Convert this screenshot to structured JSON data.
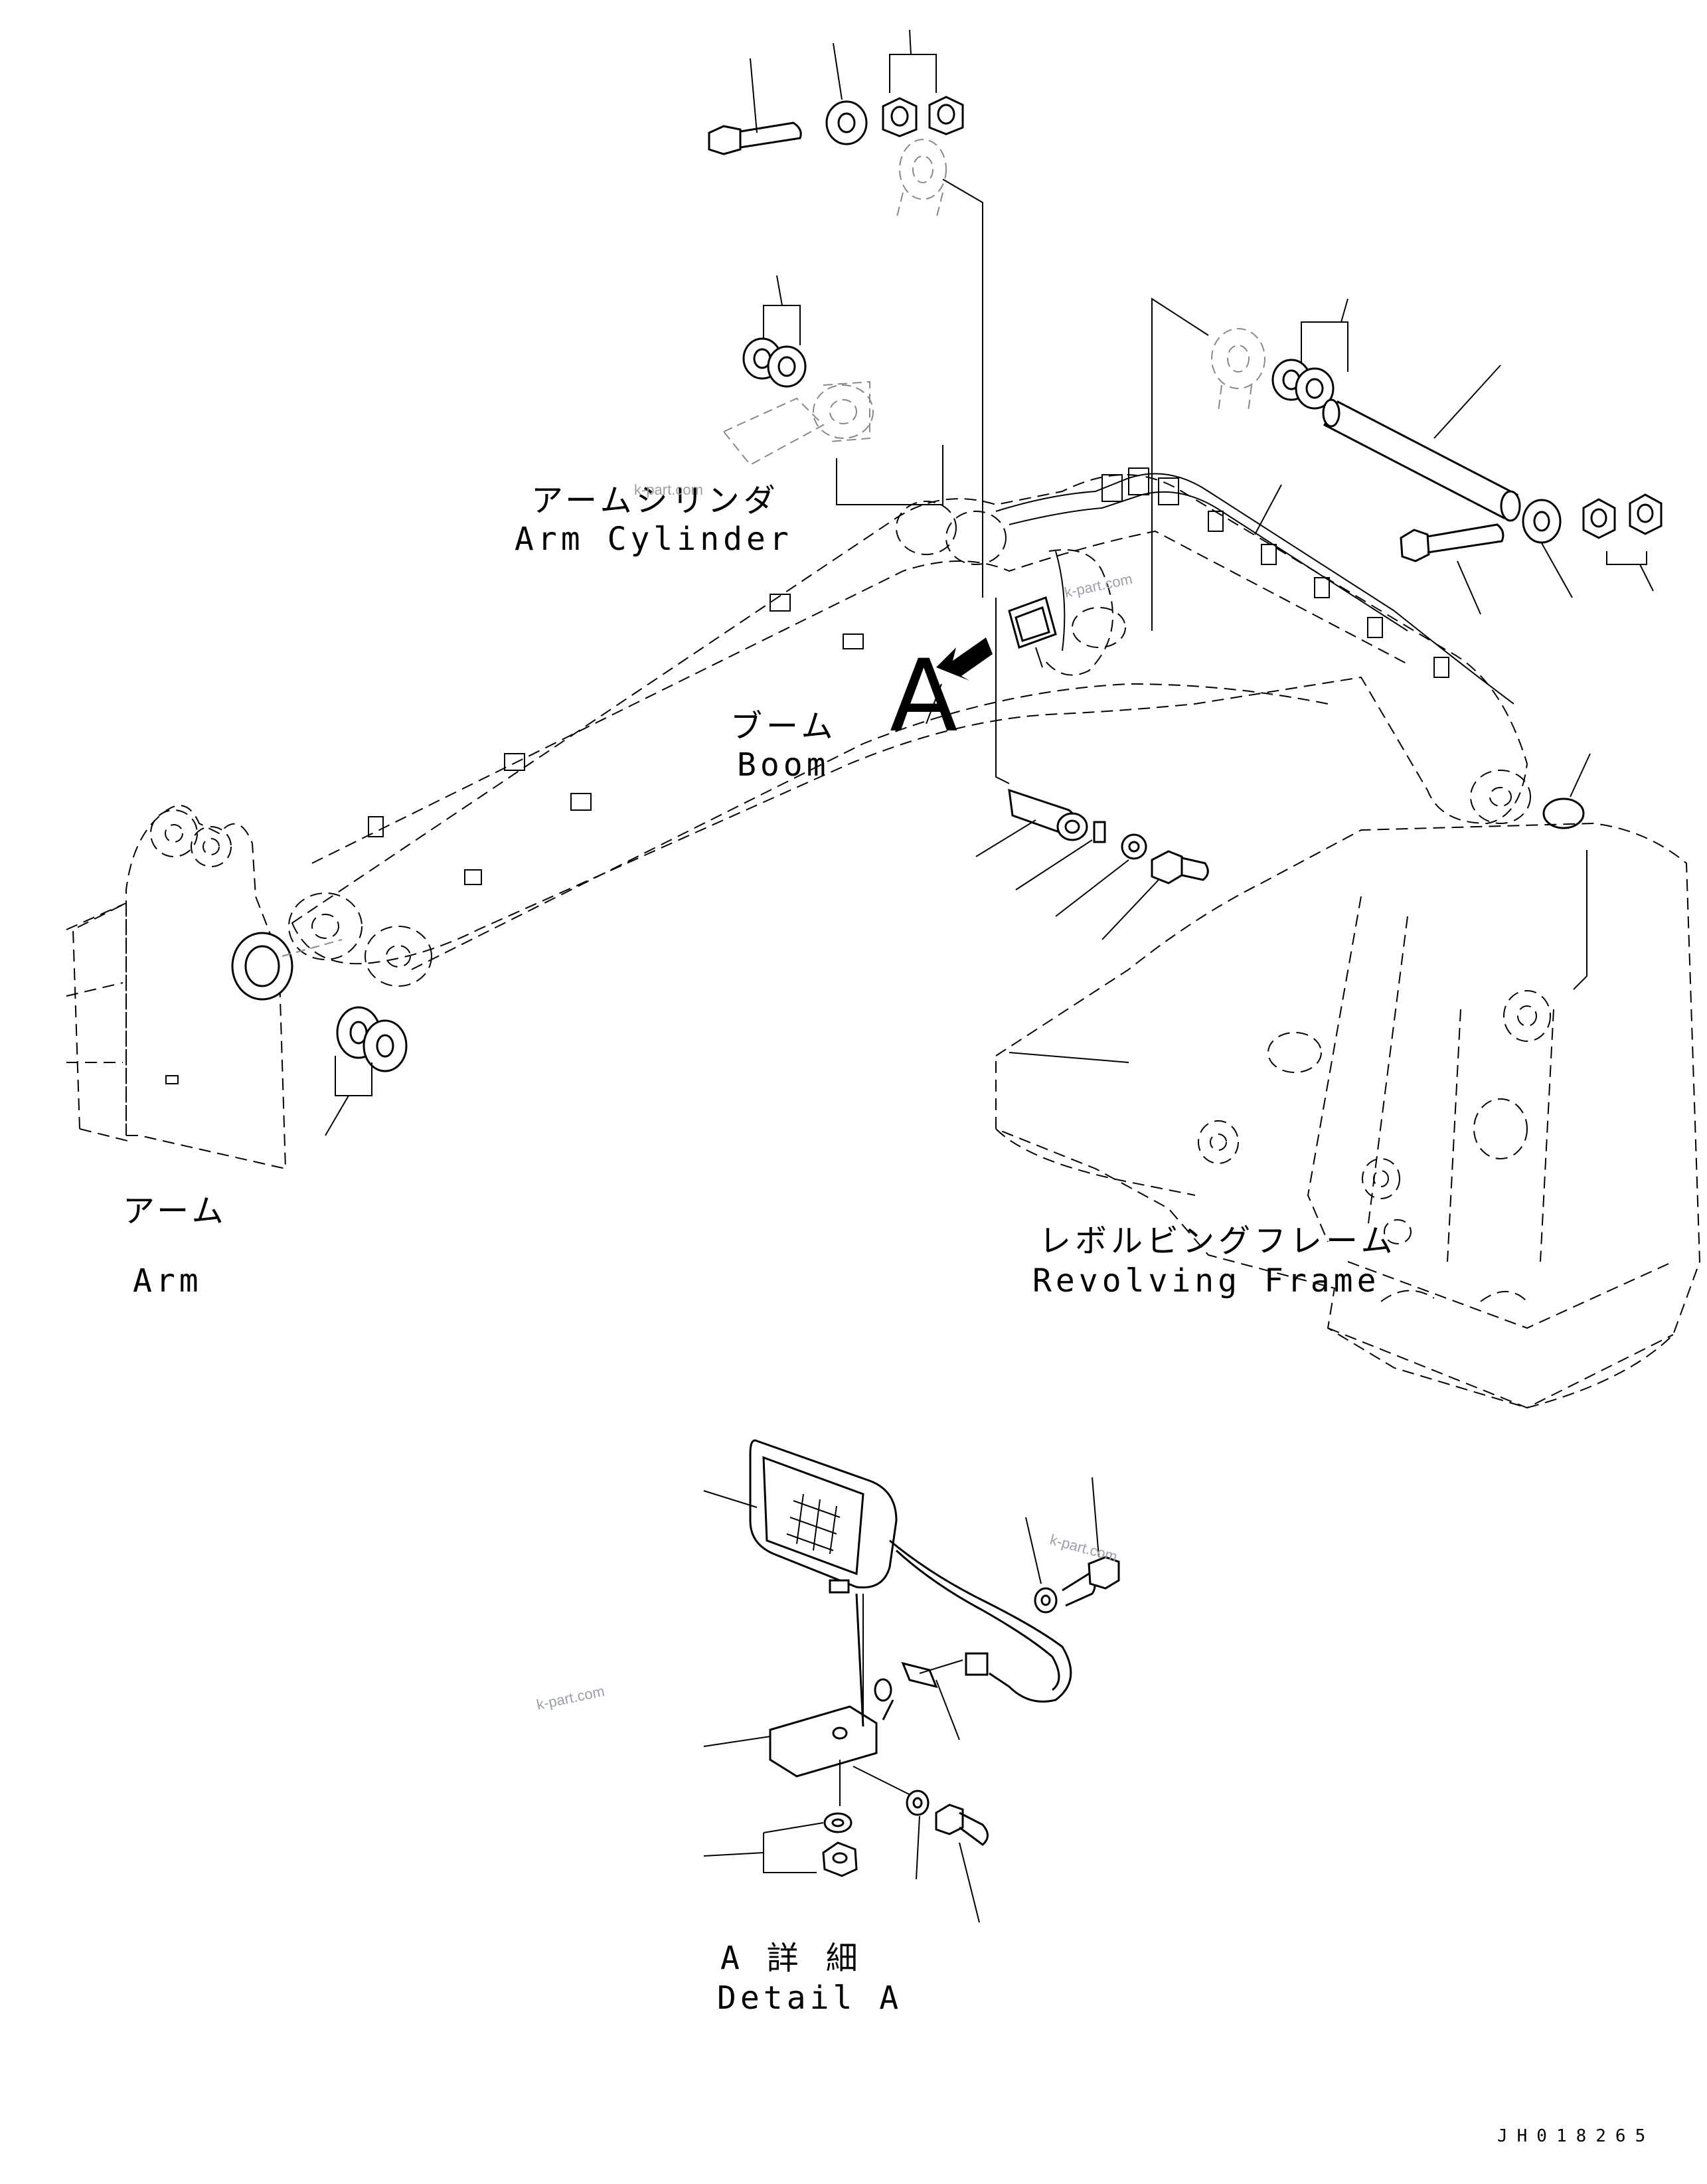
{
  "labels": {
    "arm_cylinder_jp": "アームシリンダ",
    "arm_cylinder_en": "Arm Cylinder",
    "boom_jp": "ブーム",
    "boom_en": "Boom",
    "arm_jp": "アーム",
    "arm_en": "Arm",
    "revolving_frame_jp": "レボルビングフレーム",
    "revolving_frame_en": "Revolving Frame",
    "view_marker": "A",
    "detail_jp": "A 詳 細",
    "detail_en": "Detail A",
    "drawing_code": "JH018265"
  },
  "watermarks": [
    "k-part.com",
    "k-part.com",
    "k-part.com",
    "k-part.com"
  ],
  "colors": {
    "line": "#000000",
    "background": "#ffffff",
    "watermark": "#9aa0a6"
  }
}
